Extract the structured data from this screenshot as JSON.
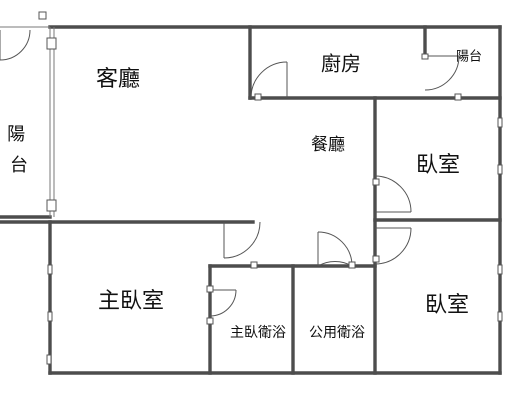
{
  "rooms": {
    "living": "客廳",
    "kitchen": "廚房",
    "balcony_small": "陽台",
    "balcony_left": "陽台",
    "dining": "餐廳",
    "bedroom_upper": "臥室",
    "master_bedroom": "主臥室",
    "master_bath": "主臥衛浴",
    "public_bath": "公用衛浴",
    "bedroom_lower": "臥室"
  }
}
